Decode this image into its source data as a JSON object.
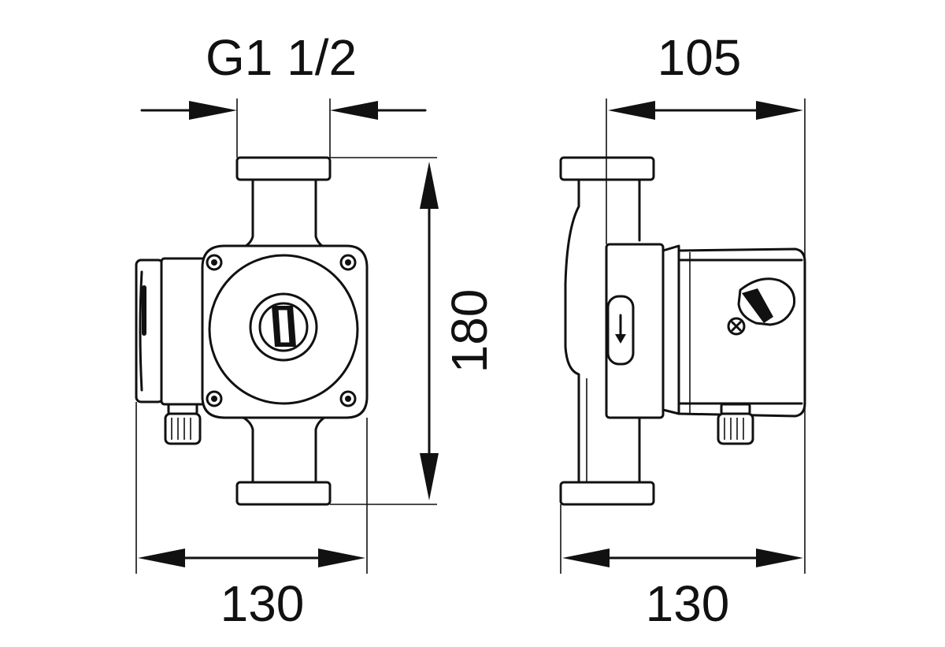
{
  "dimensions": {
    "thread": "G1 1/2",
    "depth": "105",
    "height": "180",
    "front_width": "130",
    "side_width": "130"
  },
  "colors": {
    "line": "#111111",
    "background": "#ffffff"
  }
}
